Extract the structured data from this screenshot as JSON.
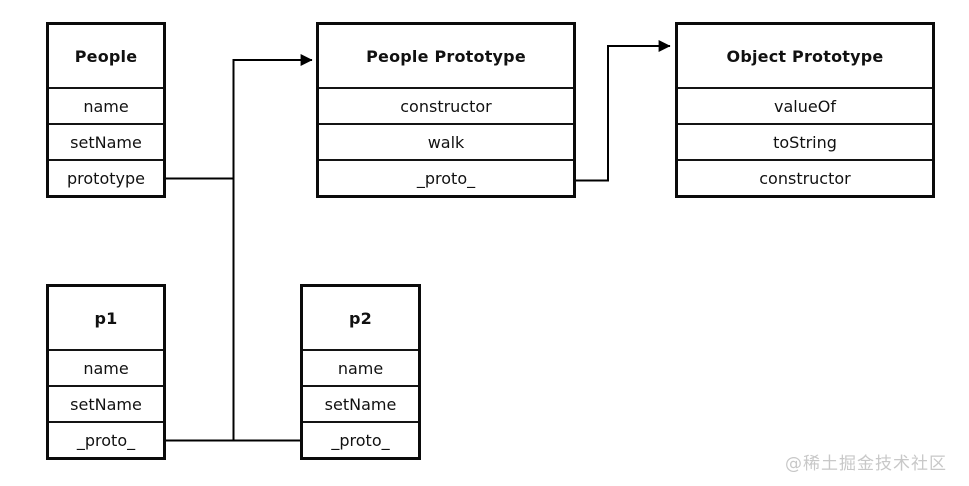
{
  "diagram": {
    "boxes": {
      "people": {
        "title": "People",
        "rows": [
          "name",
          "setName",
          "prototype"
        ]
      },
      "people_prototype": {
        "title": "People Prototype",
        "rows": [
          "constructor",
          "walk",
          "_proto_"
        ]
      },
      "object_prototype": {
        "title": "Object Prototype",
        "rows": [
          "valueOf",
          "toString",
          "constructor"
        ]
      },
      "p1": {
        "title": "p1",
        "rows": [
          "name",
          "setName",
          "_proto_"
        ]
      },
      "p2": {
        "title": "p2",
        "rows": [
          "name",
          "setName",
          "_proto_"
        ]
      }
    },
    "connections": [
      {
        "from": "People.prototype",
        "to": "People Prototype",
        "style": "arrow"
      },
      {
        "from": "p1._proto_",
        "to": "People Prototype",
        "style": "arrow-shared-trunk"
      },
      {
        "from": "p2._proto_",
        "to": "People Prototype",
        "style": "arrow-shared-trunk"
      },
      {
        "from": "People Prototype._proto_",
        "to": "Object Prototype",
        "style": "arrow"
      }
    ],
    "colors": {
      "background": "#ffffff",
      "line": "#000000",
      "box_border": "#0b0b0b",
      "text": "#111111",
      "watermark": "#c8c8c8"
    },
    "watermark": "@稀土掘金技术社区"
  }
}
